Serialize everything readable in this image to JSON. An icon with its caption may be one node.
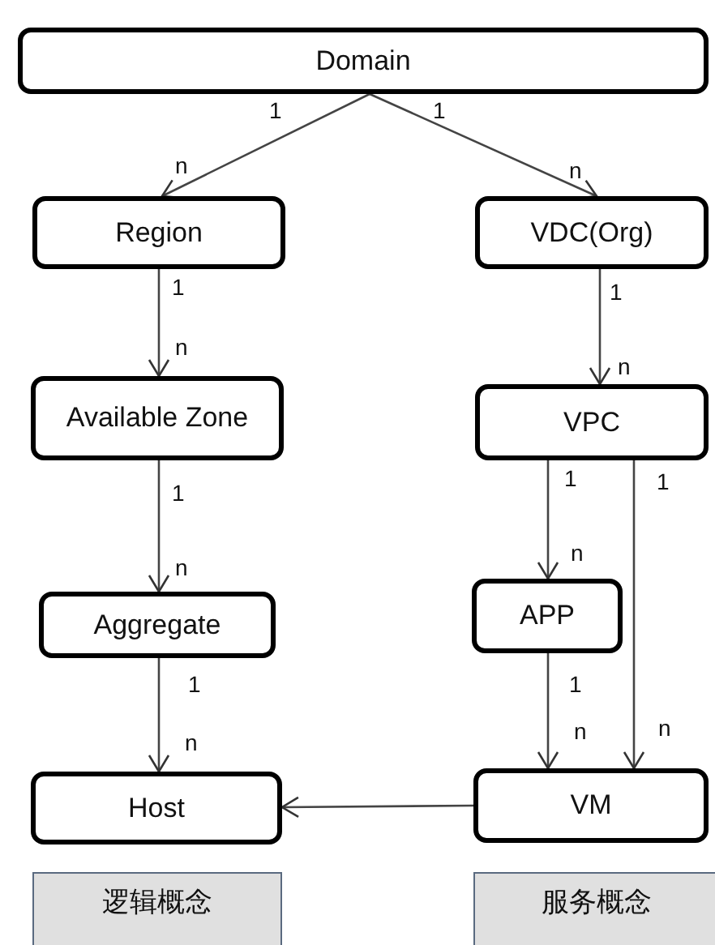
{
  "diagram": {
    "nodes": [
      {
        "text": [
          "Domain"
        ]
      },
      {
        "text": [
          "Region"
        ]
      },
      {
        "text": [
          "VDC(Org)"
        ]
      },
      {
        "text": [
          "Available Zone"
        ]
      },
      {
        "text": [
          "VPC"
        ]
      },
      {
        "text": [
          "Aggregate"
        ]
      },
      {
        "text": [
          "APP"
        ]
      },
      {
        "text": [
          "Host"
        ]
      },
      {
        "text": [
          "VM"
        ]
      },
      {
        "text": [
          "逻辑概念"
        ]
      },
      {
        "text": [
          "服务概念"
        ]
      }
    ],
    "edges": [
      {
        "from": 0,
        "to": 1,
        "arrow": "to"
      },
      {
        "from": 0,
        "to": 2,
        "arrow": "to"
      },
      {
        "from": 1,
        "to": 3,
        "arrow": "to"
      },
      {
        "from": 2,
        "to": 4,
        "arrow": "to"
      },
      {
        "from": 3,
        "to": 5,
        "arrow": "to"
      },
      {
        "from": 4,
        "to": 6,
        "arrow": "to"
      },
      {
        "from": 4,
        "to": 8,
        "arrow": "to"
      },
      {
        "from": 5,
        "to": 7,
        "arrow": "to"
      },
      {
        "from": 6,
        "to": 8,
        "arrow": "to"
      },
      {
        "from": 8,
        "to": 7,
        "arrow": "to"
      }
    ],
    "labels": [
      "1",
      "1",
      "n",
      "n",
      "1",
      "1",
      "n",
      "n",
      "1",
      "1",
      "1",
      "n",
      "n",
      "1",
      "1",
      "n",
      "n",
      "n"
    ]
  }
}
